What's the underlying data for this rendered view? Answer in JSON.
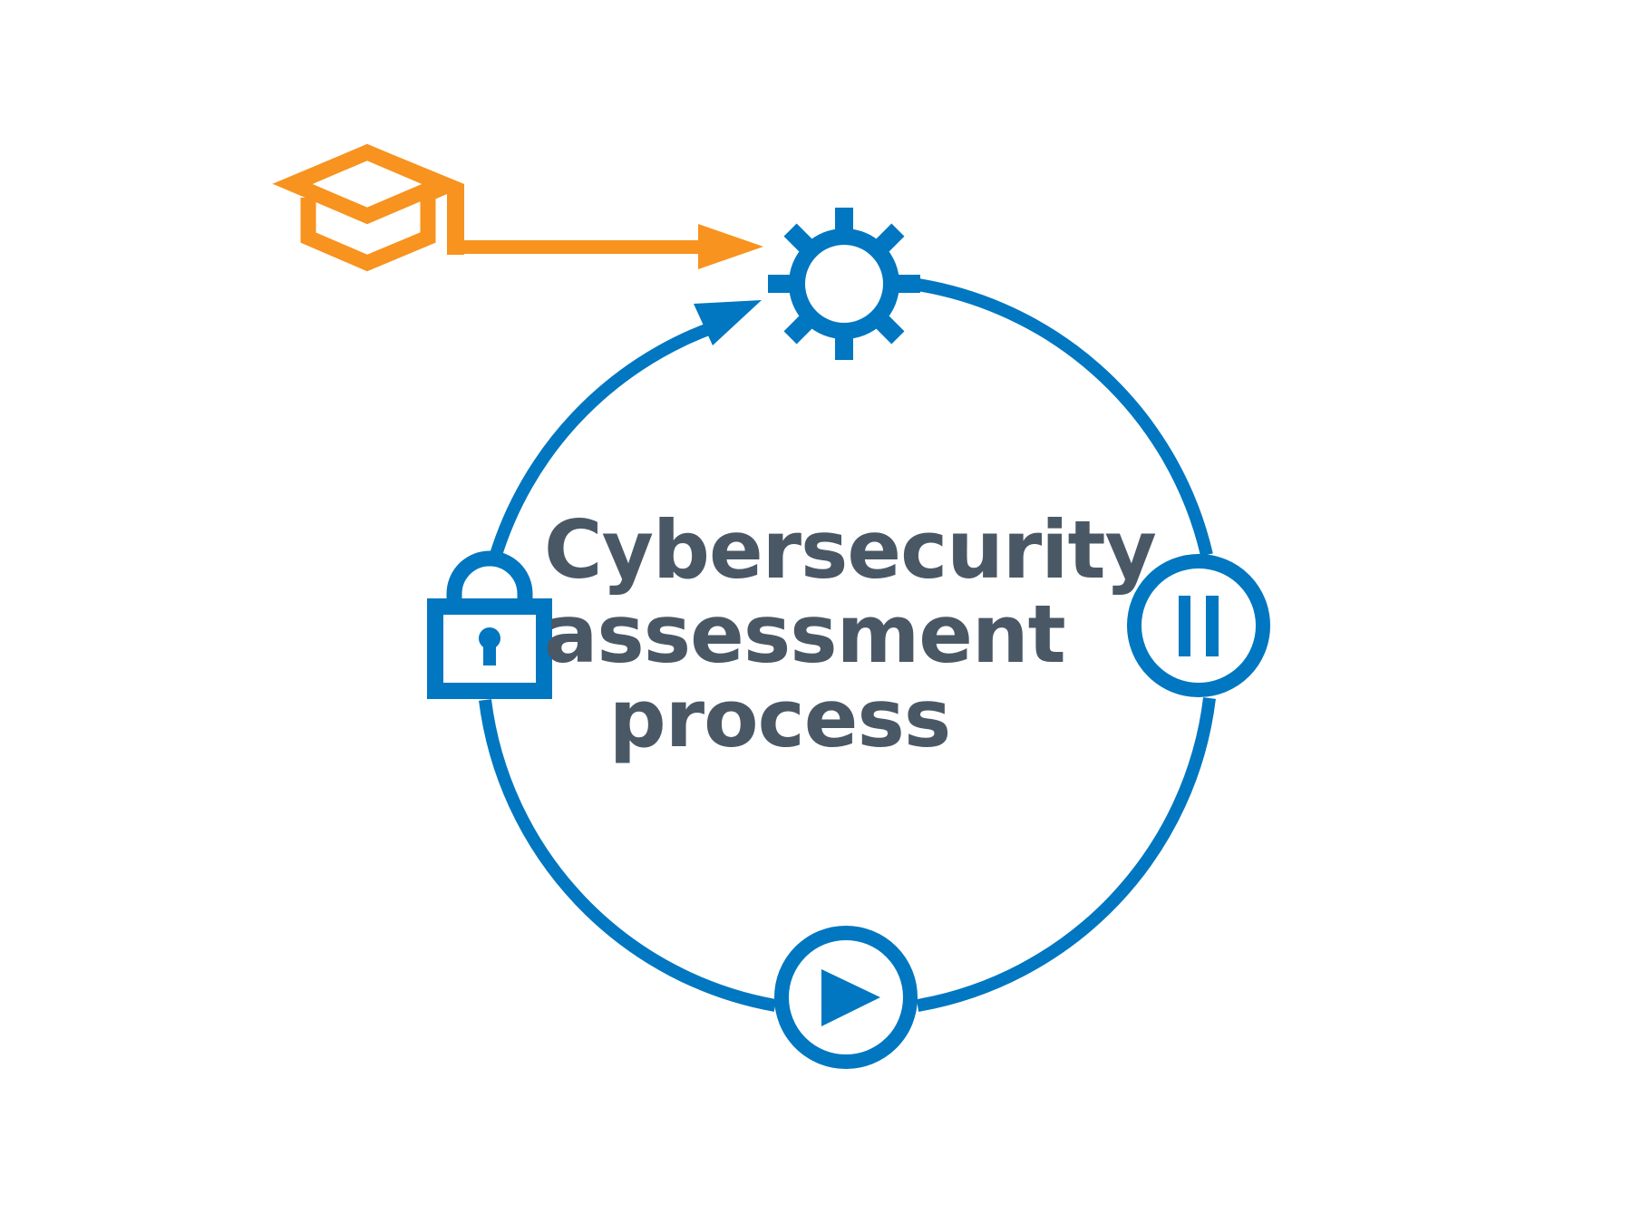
{
  "title": {
    "lines": [
      "Cybersecurity",
      "assessment",
      "process"
    ]
  },
  "colors": {
    "primary_blue": "#0077c0",
    "accent_orange": "#f7931e",
    "text": "#4a5866",
    "background": "#ffffff"
  },
  "nodes": [
    {
      "id": "training",
      "icon": "graduation-cap-icon",
      "color": "#f7931e"
    },
    {
      "id": "configure",
      "icon": "gear-icon",
      "color": "#0077c0"
    },
    {
      "id": "pause",
      "icon": "pause-icon",
      "color": "#0077c0"
    },
    {
      "id": "run",
      "icon": "play-icon",
      "color": "#0077c0"
    },
    {
      "id": "secure",
      "icon": "padlock-icon",
      "color": "#0077c0"
    }
  ],
  "flow": [
    {
      "from": "training",
      "to": "configure",
      "type": "straight-arrow"
    },
    {
      "from": "configure",
      "to": "pause",
      "type": "arc"
    },
    {
      "from": "pause",
      "to": "run",
      "type": "arc"
    },
    {
      "from": "run",
      "to": "secure",
      "type": "arc"
    },
    {
      "from": "secure",
      "to": "configure",
      "type": "arc-arrow"
    }
  ]
}
